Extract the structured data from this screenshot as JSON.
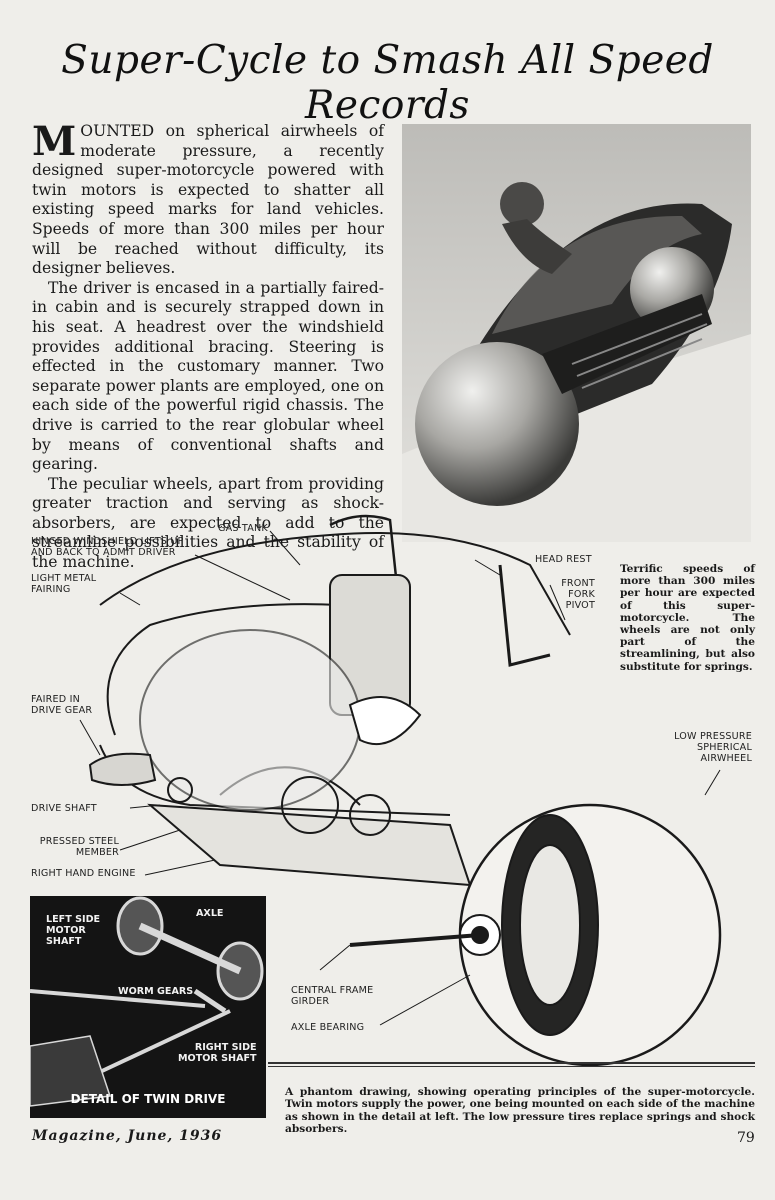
{
  "header": {
    "title": "Super-Cycle to Smash All Speed Records"
  },
  "article": {
    "drop_cap": "M",
    "p1_rest": "OUNTED on spherical airwheels of moderate pressure, a recently designed super-motorcycle powered with twin motors is expected to shatter all existing speed marks for land vehicles. Speeds of more than 300 miles per hour will be reached without difficulty, its designer believes.",
    "p2": "The driver is encased in a partially faired-in cabin and is securely strapped down in his seat. A headrest over the windshield provides additional bracing. Steering is effected in the customary manner. Two separate power plants are employed, one on each side of the powerful rigid chassis. The drive is carried to the rear globular wheel by means of conventional shafts and gearing.",
    "p3": "The peculiar wheels, apart from providing greater traction and serving as shock-absorbers, are expected to add to the streamline possibilities and the stability of the machine."
  },
  "side_caption": "Terrific speeds of more than 300 miles per hour are expected of this super-motorcycle. The wheels are not only part of the streamlining, but also substitute for springs.",
  "labels": {
    "windshield": "HINGED WINDSHIELD LIFTS UP\nAND BACK TO ADMIT DRIVER",
    "gas_tank": "GAS TANK",
    "fairing": "LIGHT METAL\nFAIRING",
    "head_rest": "HEAD REST",
    "front_fork": "FRONT\nFORK\nPIVOT",
    "drive_gear": "FAIRED IN\nDRIVE GEAR",
    "airwheel": "LOW PRESSURE\nSPHERICAL\nAIRWHEEL",
    "drive_shaft": "DRIVE SHAFT",
    "pressed_steel": "PRESSED STEEL\nMEMBER",
    "right_engine": "RIGHT HAND ENGINE",
    "central_frame": "CENTRAL FRAME\nGIRDER",
    "axle_bearing": "AXLE BEARING"
  },
  "detail": {
    "left_motor": "LEFT SIDE\nMOTOR\nSHAFT",
    "axle": "AXLE",
    "worm_gears": "WORM GEARS",
    "right_motor": "RIGHT SIDE\nMOTOR SHAFT",
    "title": "DETAIL OF TWIN DRIVE"
  },
  "caption": "A phantom drawing, showing operating principles of the super-motorcycle. Twin motors supply the power, one being mounted on each side of the machine as shown in the detail at left. The low pressure tires replace springs and shock absorbers.",
  "footer": {
    "magazine": "Magazine, June, 1936",
    "page": "79"
  }
}
